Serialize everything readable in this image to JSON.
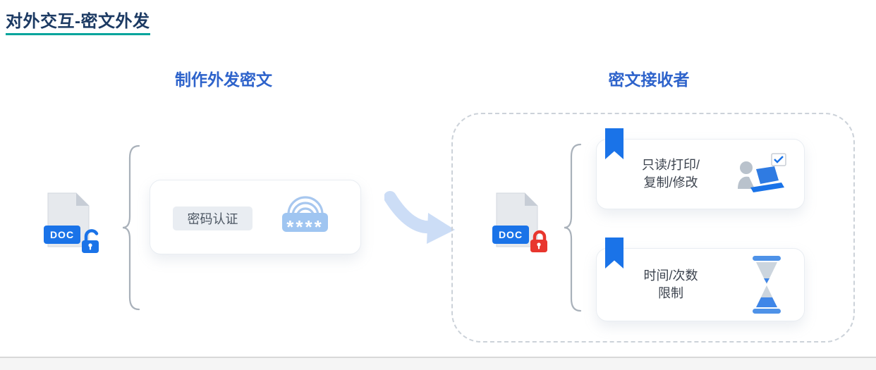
{
  "title": {
    "text": "对外交互-密文外发"
  },
  "sections": {
    "left": "制作外发密文",
    "right": "密文接收者"
  },
  "left_flow": {
    "doc_label": "DOC",
    "auth_button_label": "密码认证",
    "password_mask": "****"
  },
  "right_flow": {
    "doc_label": "DOC",
    "cards": [
      {
        "lines": [
          "只读/打印/",
          "复制/修改"
        ],
        "icon": "user-laptop-icon"
      },
      {
        "lines": [
          "时间/次数",
          "限制"
        ],
        "icon": "hourglass-icon"
      }
    ]
  },
  "icons": {
    "left_doc": "document-icon",
    "left_lock": "unlock-icon",
    "right_lock": "lock-icon",
    "auth": "fingerprint-icon",
    "flow": "flow-arrow-icon",
    "card_marker": "bookmark-icon"
  },
  "colors": {
    "accent_blue": "#1a73e8",
    "header_blue": "#2e63cb",
    "title_navy": "#1c3a63",
    "underline_teal": "#00a49c",
    "lock_red": "#e8362e",
    "arrow_blue": "#ccddf6",
    "fingerprint_blue": "#a7c7ef",
    "gray_icon": "#b9c2cc"
  }
}
